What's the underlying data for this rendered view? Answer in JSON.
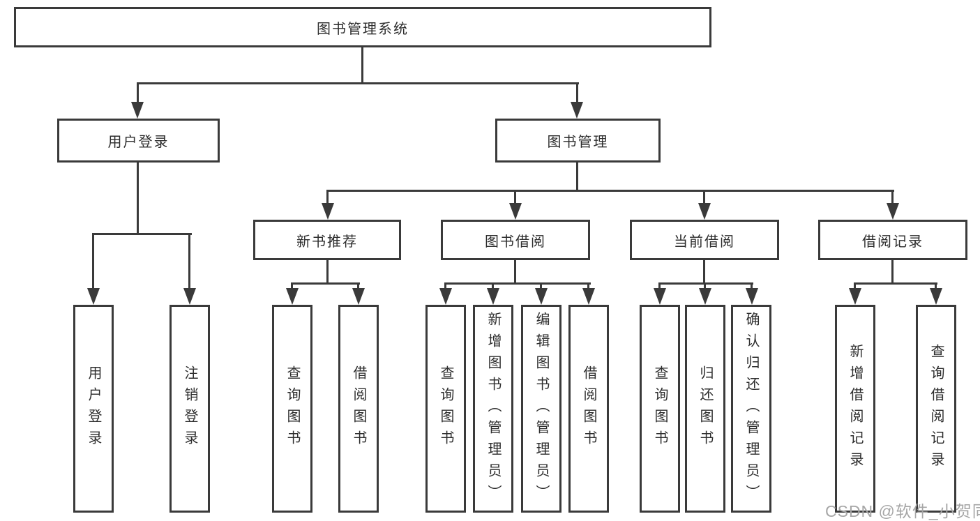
{
  "diagram": {
    "title": "图书管理系统",
    "level2": [
      {
        "label": "用户登录",
        "children": [
          "用户登录",
          "注销登录"
        ]
      },
      {
        "label": "图书管理",
        "children": [
          {
            "label": "新书推荐",
            "children": [
              "查询图书",
              "借阅图书"
            ]
          },
          {
            "label": "图书借阅",
            "children": [
              "查询图书",
              "新增图书（管理员）",
              "编辑图书（管理员）",
              "借阅图书"
            ]
          },
          {
            "label": "当前借阅",
            "children": [
              "查询图书",
              "归还图书",
              "确认归还（管理员）"
            ]
          },
          {
            "label": "借阅记录",
            "children": [
              "新增借阅记录",
              "查询借阅记录"
            ]
          }
        ]
      }
    ]
  },
  "watermark": "CSDN @软件_小贺同学",
  "colors": {
    "line": "#3a3a3a",
    "text": "#2d2d2d",
    "watermark": "#a6a6a6",
    "background": "#ffffff"
  }
}
